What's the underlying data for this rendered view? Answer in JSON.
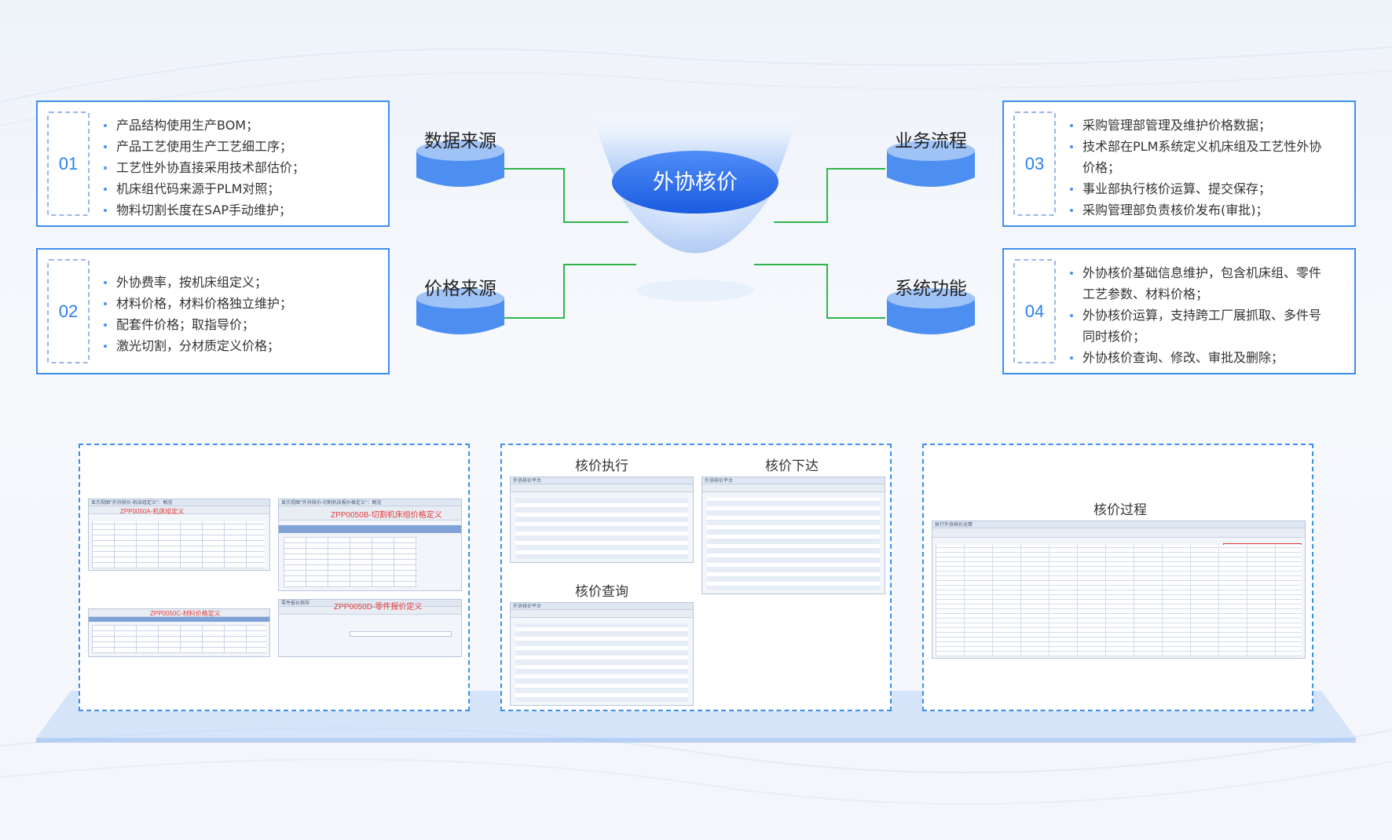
{
  "center": {
    "label": "外协核价"
  },
  "sources": {
    "data_source": "数据来源",
    "price_source": "价格来源",
    "business_flow": "业务流程",
    "system_function": "系统功能"
  },
  "boxes": [
    {
      "num": "01",
      "items": [
        "产品结构使用生产BOM；",
        "产品工艺使用生产工艺细工序；",
        "工艺性外协直接采用技术部估价；",
        "机床组代码来源于PLM对照；",
        "物料切割长度在SAP手动维护；"
      ]
    },
    {
      "num": "02",
      "items": [
        "外协费率，按机床组定义；",
        "材料价格，材料价格独立维护；",
        "配套件价格；取指导价；",
        "激光切割，分材质定义价格；"
      ]
    },
    {
      "num": "03",
      "items": [
        "采购管理部管理及维护价格数据；",
        "技术部在PLM系统定义机床组及工艺性外协",
        "价格；",
        "事业部执行核价运算、提交保存；",
        "采购管理部负责核价发布(审批)；"
      ]
    },
    {
      "num": "04",
      "items": [
        "外协核价基础信息维护，包含机床组、零件",
        "工艺参数、材料价格；",
        "外协核价运算，支持跨工厂展抓取、多件号",
        "同时核价；",
        "外协核价查询、修改、审批及删除；"
      ]
    }
  ],
  "panels": {
    "left": {
      "shot1_title": "显示视图\"外协核价-机床组定义\"：概览",
      "shot1_red": "ZPP0050A-机床组定义",
      "shot2_title": "显示视图\"外协核价-切割机床报价格定义\"：概览",
      "shot2_red": "ZPP0050B-切割机床组价格定义",
      "shot3_red": "ZPP0050C-材料价格定义",
      "shot4_title": "零件报价指导",
      "shot4_red": "ZPP0050D-零件报价定义"
    },
    "middle": {
      "exec": "核价执行",
      "release": "核价下达",
      "query": "核价查询",
      "platform": "外协核价平台"
    },
    "right": {
      "process": "核价过程",
      "runtitle": "执行外协核价运算"
    }
  }
}
